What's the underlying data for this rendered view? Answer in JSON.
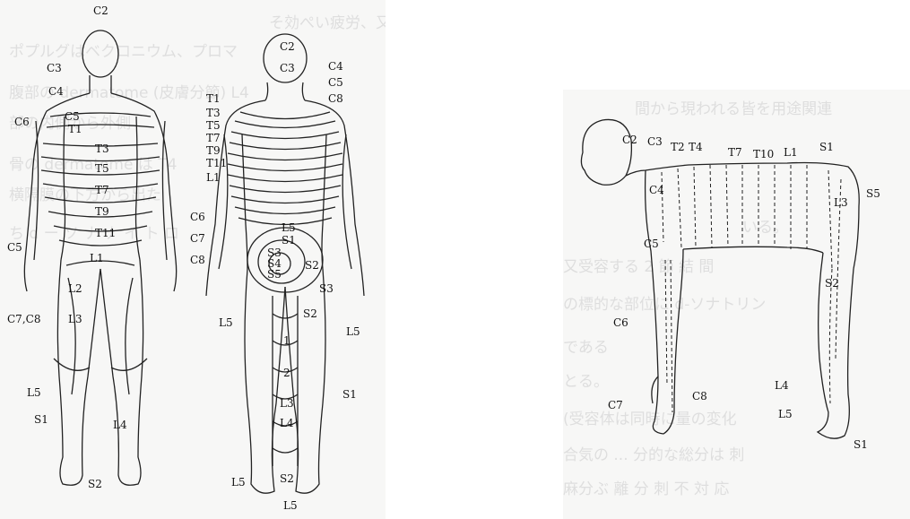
{
  "figure_left": {
    "front_labels": {
      "c2": "C2",
      "c3": "C3",
      "c4": "C4",
      "c5": "C5",
      "t1": "T1",
      "c6": "C6",
      "t3": "T3",
      "t5": "T5",
      "t7": "T7",
      "t9": "T9",
      "t11": "T11",
      "c5b": "C5",
      "l1": "L1",
      "l2": "L2",
      "c7c8": "C7,C8",
      "l3": "L3",
      "l5": "L5",
      "s1": "S1",
      "l4": "L4",
      "s2": "S2"
    },
    "back_labels": {
      "c2": "C2",
      "c3": "C3",
      "c4": "C4",
      "c5": "C5",
      "c8": "C8",
      "t1": "T1",
      "t3": "T3",
      "t5": "T5",
      "t7": "T7",
      "t9": "T9",
      "t11": "T11",
      "l1": "L1",
      "c6": "C6",
      "c7": "C7",
      "c8b": "C8",
      "l5": "L5",
      "s1": "S1",
      "s3": "S3",
      "s4": "S4",
      "s5": "S5",
      "s2": "S2",
      "s3b": "S3",
      "l5b": "L5",
      "s2b": "S2",
      "l5c": "L5",
      "s1b": "S1",
      "l1b": "1",
      "l2b": "2",
      "l3b": "L3",
      "l4b": "L4",
      "l5d": "L5",
      "s2c": "S2",
      "l5e": "L5"
    }
  },
  "figure_right": {
    "labels": {
      "c2": "C2",
      "c3": "C3",
      "t2": "T2",
      "t4": "T4",
      "t7": "T7",
      "t10": "T10",
      "l1": "L1",
      "s1": "S1",
      "c4": "C4",
      "s5": "S5",
      "l3": "L3",
      "c5": "C5",
      "s2": "S2",
      "c6": "C6",
      "c7": "C7",
      "c8": "C8",
      "l4": "L4",
      "l5": "L5",
      "s1b": "S1"
    }
  },
  "bleed_text": {
    "left": [
      "そ効ぺい疲労、又はその効果",
      "ポプルグはベクロニウム、プロマ",
      "腹部の dermatome (皮膚分節) L4",
      "部の内側から外側",
      "骨の dermatome は T4",
      "横隔膜の下方から出た",
      "ち d ー ソ ナ ナ イ ト ロ"
    ],
    "right": [
      "間から現われる皆を用途関連",
      "いる。",
      "又受容する 2 節 結 間",
      "の標的な部位に d-ソナトリン",
      "である",
      "とる。",
      "(受容体は同時に量の変化",
      "合気の ... 分的な総分は 刺",
      "麻分ぶ 離 分 刺 不 対 応"
    ]
  }
}
